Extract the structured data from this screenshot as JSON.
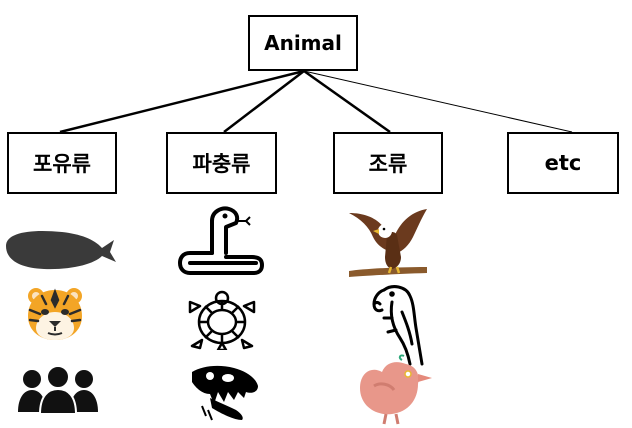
{
  "tree": {
    "root": {
      "label": "Animal"
    },
    "categories": [
      {
        "label": "포유류",
        "icons": [
          "whale-icon",
          "tiger-face-icon",
          "people-group-icon"
        ]
      },
      {
        "label": "파충류",
        "icons": [
          "snake-icon",
          "turtle-icon",
          "dinosaur-skull-icon"
        ]
      },
      {
        "label": "조류",
        "icons": [
          "eagle-icon",
          "parrot-icon",
          "pink-bird-icon"
        ]
      },
      {
        "label": "etc",
        "icons": []
      }
    ]
  },
  "colors": {
    "line": "#000000",
    "whale": "#3a3a3a",
    "tiger": "#f3a526",
    "eagle": "#6b3a1e",
    "pink_bird": "#e8978a"
  }
}
